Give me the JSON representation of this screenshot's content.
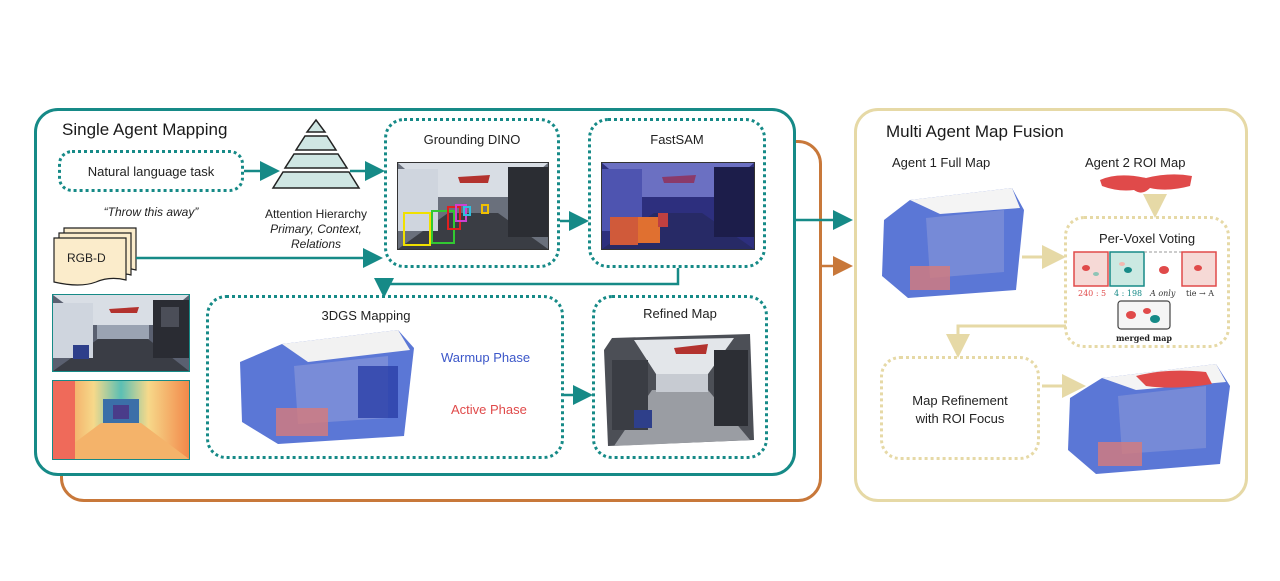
{
  "single_agent": {
    "title": "Single Agent Mapping",
    "task_label": "Natural language task",
    "task_example": "“Throw this away”",
    "rgbd_label": "RGB-D",
    "attention": {
      "title": "Attention Hierarchy",
      "subtitle_line1": "Primary, Context,",
      "subtitle_line2": "Relations"
    },
    "grounding_title": "Grounding DINO",
    "fastsam_title": "FastSAM",
    "mapping_title": "3DGS Mapping",
    "warmup_label": "Warmup Phase",
    "active_label": "Active Phase",
    "refined_title": "Refined Map"
  },
  "multi_agent": {
    "title": "Multi Agent Map Fusion",
    "agent1_label": "Agent 1 Full Map",
    "agent2_label": "Agent 2 ROI Map",
    "voting_title": "Per-Voxel Voting",
    "vote_labels": [
      "240 : 5",
      "4 : 198",
      "A only",
      "tie → A"
    ],
    "merged_label": "merged map",
    "refinement_line1": "Map Refinement",
    "refinement_line2": "with ROI Focus"
  },
  "colors": {
    "teal": "#168a87",
    "orange": "#c8783a",
    "tan": "#e6d9a6",
    "warmup": "#3c57c9",
    "active": "#e04a4a"
  }
}
